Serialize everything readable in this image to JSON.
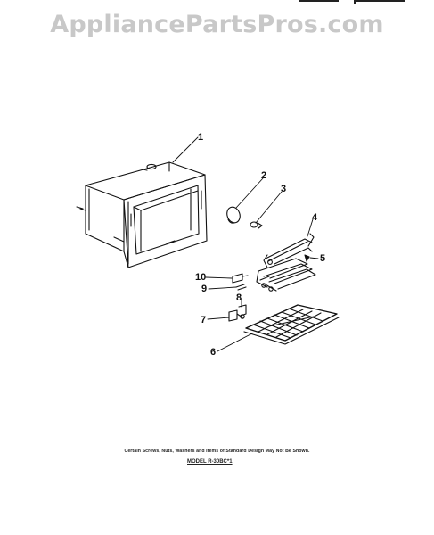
{
  "watermark": "AppliancePartsPros.com",
  "callouts": [
    {
      "label": "1"
    },
    {
      "label": "2"
    },
    {
      "label": "3"
    },
    {
      "label": "4"
    },
    {
      "label": "5"
    },
    {
      "label": "6"
    },
    {
      "label": "7"
    },
    {
      "label": "8"
    },
    {
      "label": "9"
    },
    {
      "label": "10"
    }
  ],
  "footer": {
    "note": "Certain Screws, Nuts, Washers and Items of Standard Design May Not Be Shown.",
    "model": "MODEL R-30BC*1"
  }
}
